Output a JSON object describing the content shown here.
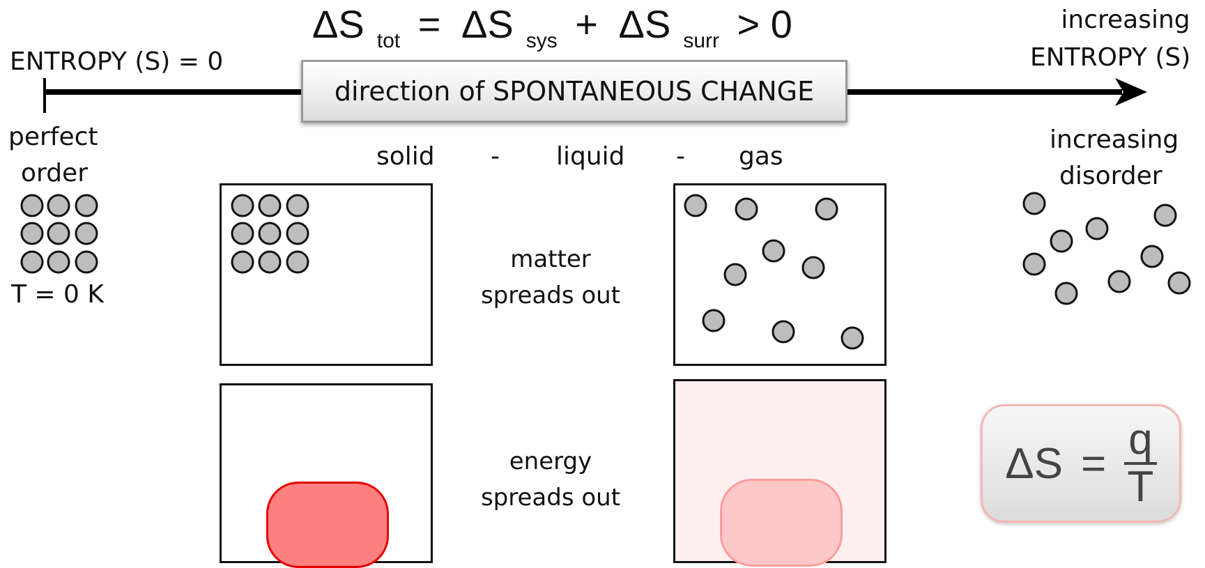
{
  "equation": {
    "delta_s": "ΔS",
    "tot": "tot",
    "eq": "=",
    "sys": "sys",
    "plus": "+",
    "surr": "surr",
    "gt_zero": "> 0"
  },
  "left_axis_label": "ENTROPY (S) = 0",
  "right_axis_label": {
    "line1": "increasing",
    "line2": "ENTROPY (S)"
  },
  "direction_box": "direction of SPONTANEOUS CHANGE",
  "phases": {
    "solid": "solid",
    "dash1": "-",
    "liquid": "liquid",
    "dash2": "-",
    "gas": "gas"
  },
  "left_caption": {
    "line1": "perfect",
    "line2": "order",
    "temp": "T = 0 K"
  },
  "right_caption": {
    "line1": "increasing",
    "line2": "disorder"
  },
  "matter_caption": {
    "line1": "matter",
    "line2": "spreads out"
  },
  "energy_caption": {
    "line1": "energy",
    "line2": "spreads out"
  },
  "formula": {
    "lhs": "ΔS",
    "eq": "=",
    "num": "q",
    "den": "T"
  },
  "colors": {
    "particle": "#bdbdbd",
    "hot_block": "#ff8080",
    "warm_block": "#ffc8c8",
    "warm_bg": "#fff0f0"
  }
}
